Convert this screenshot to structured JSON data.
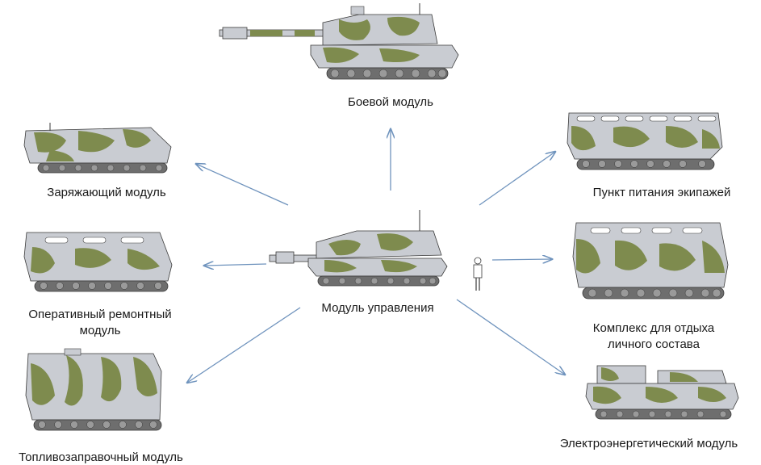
{
  "colors": {
    "camo_light": "#c9ccd2",
    "camo_green": "#7e8b4e",
    "hull_outline": "#3a3a3a",
    "track": "#6e6e6e",
    "arrow": "#6f93bd"
  },
  "center": {
    "label": "Модуль управления"
  },
  "modules": {
    "combat": {
      "label": "Боевой модуль"
    },
    "loader": {
      "label": "Заряжающий модуль"
    },
    "repair": {
      "label_line1": "Оперативный ремонтный",
      "label_line2": "модуль"
    },
    "fuel": {
      "label": "Топливозаправочный модуль"
    },
    "crew_feeding": {
      "label": "Пункт питания экипажей"
    },
    "rest": {
      "label_line1": "Комплекс для отдыха",
      "label_line2": "личного состава"
    },
    "power": {
      "label": "Электроэнергетический модуль"
    }
  }
}
